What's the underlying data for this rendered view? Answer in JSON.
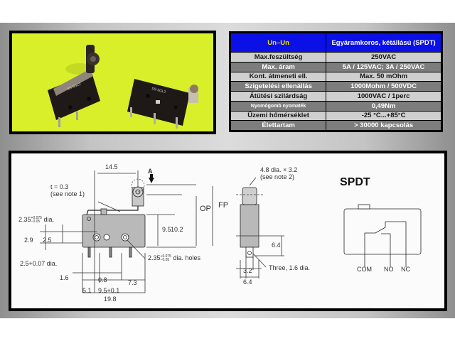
{
  "photo": {
    "description": "Two subminiature roller-lever microswitches on a yellow-green background",
    "background_color": "#d8ef2a"
  },
  "specs": {
    "header": {
      "key": "Un–Un",
      "value": "Egyáramkoros, kétállású (SPDT)"
    },
    "rows": [
      {
        "key": "Max.feszültség",
        "value": "250VAC"
      },
      {
        "key": "Max. áram",
        "value": "5A / 125VAC; 3A  /  250VAC"
      },
      {
        "key": "Kont. átmeneti ell.",
        "value": "Max. 50 mOhm"
      },
      {
        "key": "Szigetelési ellenállás",
        "value": "1000Mohm / 500VDC"
      },
      {
        "key": "Átütési szilárdság",
        "value": "1000VAC / 1perc"
      },
      {
        "key": "Nyomógomb nyomaték",
        "value": "0,49Nm"
      },
      {
        "key": "Üzemi hőmérséklet",
        "value": "-25 °C...+85°C"
      },
      {
        "key": "Élettartam",
        "value": "> 30000 kapcsolás"
      }
    ],
    "colors": {
      "header_bg": "#0b10e6",
      "header_key": "#f2e200",
      "light_row": "#cfcfcf",
      "dark_row": "#7d7d7d"
    }
  },
  "drawing": {
    "dims": {
      "d145": "14.5",
      "thickness": "t = 0.3",
      "note1": "(see note 1)",
      "arrowA": "A",
      "hole_dia_prefix": "2.35",
      "tol_plus": "+0.075",
      "tol_minus": "−0.05",
      "dia": "dia.",
      "d29": "2.9",
      "d25": "2.5",
      "pin_dia": "2.5+0.07 dia.",
      "d16": "1.6",
      "d08": "0.8",
      "d51": "5.1",
      "d95tol": "9.5+0.1",
      "d73": "7.3",
      "d198": "19.8",
      "d95": "9.5",
      "d102": "10.2",
      "op": "OP",
      "fp": "FP",
      "holes": "dia. holes",
      "roller": "4.8 dia. × 3.2",
      "note2": "(see note 2)",
      "d64a": "6.4",
      "d32": "3.2",
      "d64b": "6.4",
      "terminals": "Three, 1.6 dia."
    },
    "schematic": {
      "title": "SPDT",
      "terminals": [
        "COM",
        "NO",
        "NC"
      ]
    }
  }
}
